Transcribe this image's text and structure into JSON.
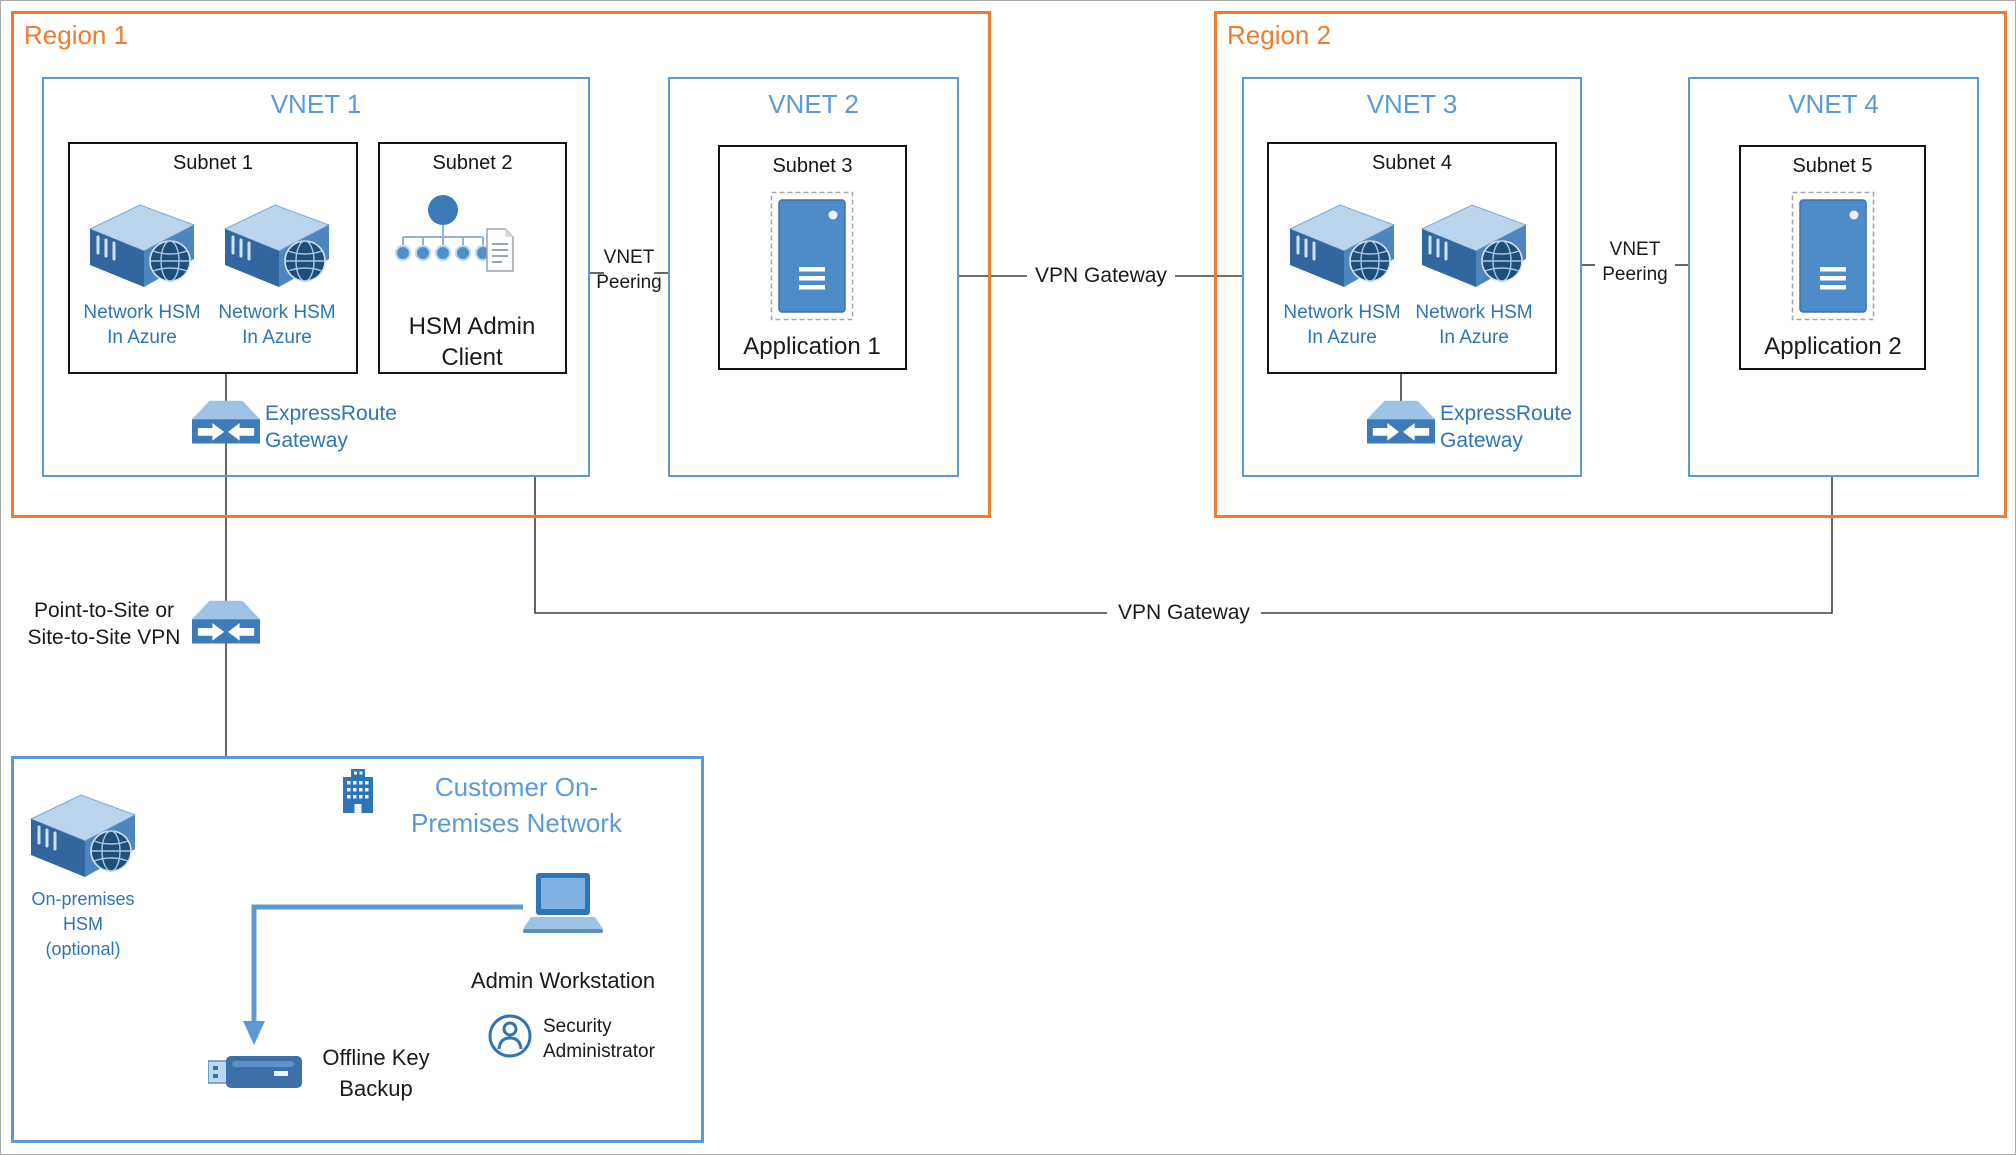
{
  "regions": [
    {
      "label": "Region 1"
    },
    {
      "label": "Region 2"
    }
  ],
  "vnets": [
    {
      "title": "VNET 1"
    },
    {
      "title": "VNET 2"
    },
    {
      "title": "VNET 3"
    },
    {
      "title": "VNET 4"
    }
  ],
  "subnets": [
    {
      "title": "Subnet 1"
    },
    {
      "title": "Subnet 2"
    },
    {
      "title": "Subnet 3"
    },
    {
      "title": "Subnet 4"
    },
    {
      "title": "Subnet 5"
    }
  ],
  "labels": {
    "network_hsm": "Network HSM\nIn Azure",
    "hsm_admin_client": "HSM Admin\nClient",
    "expressroute_gateway": "ExpressRoute\nGateway",
    "application_1": "Application 1",
    "application_2": "Application 2",
    "vnet_peering": "VNET\nPeering",
    "vpn_gateway": "VPN Gateway",
    "point_to_site": "Point-to-Site or\nSite-to-Site VPN",
    "customer_network": "Customer On-\nPremises Network",
    "on_premises_hsm": "On-premises\nHSM\n(optional)",
    "admin_workstation": "Admin Workstation",
    "offline_key_backup": "Offline Key\nBackup",
    "security_administrator": "Security\nAdministrator"
  },
  "colors": {
    "region_border": "#ED7D31",
    "vnet_border": "#5B9BD5",
    "subnet_border": "#151515",
    "blue_text": "#2E75B6",
    "title_blue": "#5B9BD5",
    "connector": "#404040",
    "arrow_blue": "#5B9BD5",
    "text_dark": "#1A1A1A"
  }
}
